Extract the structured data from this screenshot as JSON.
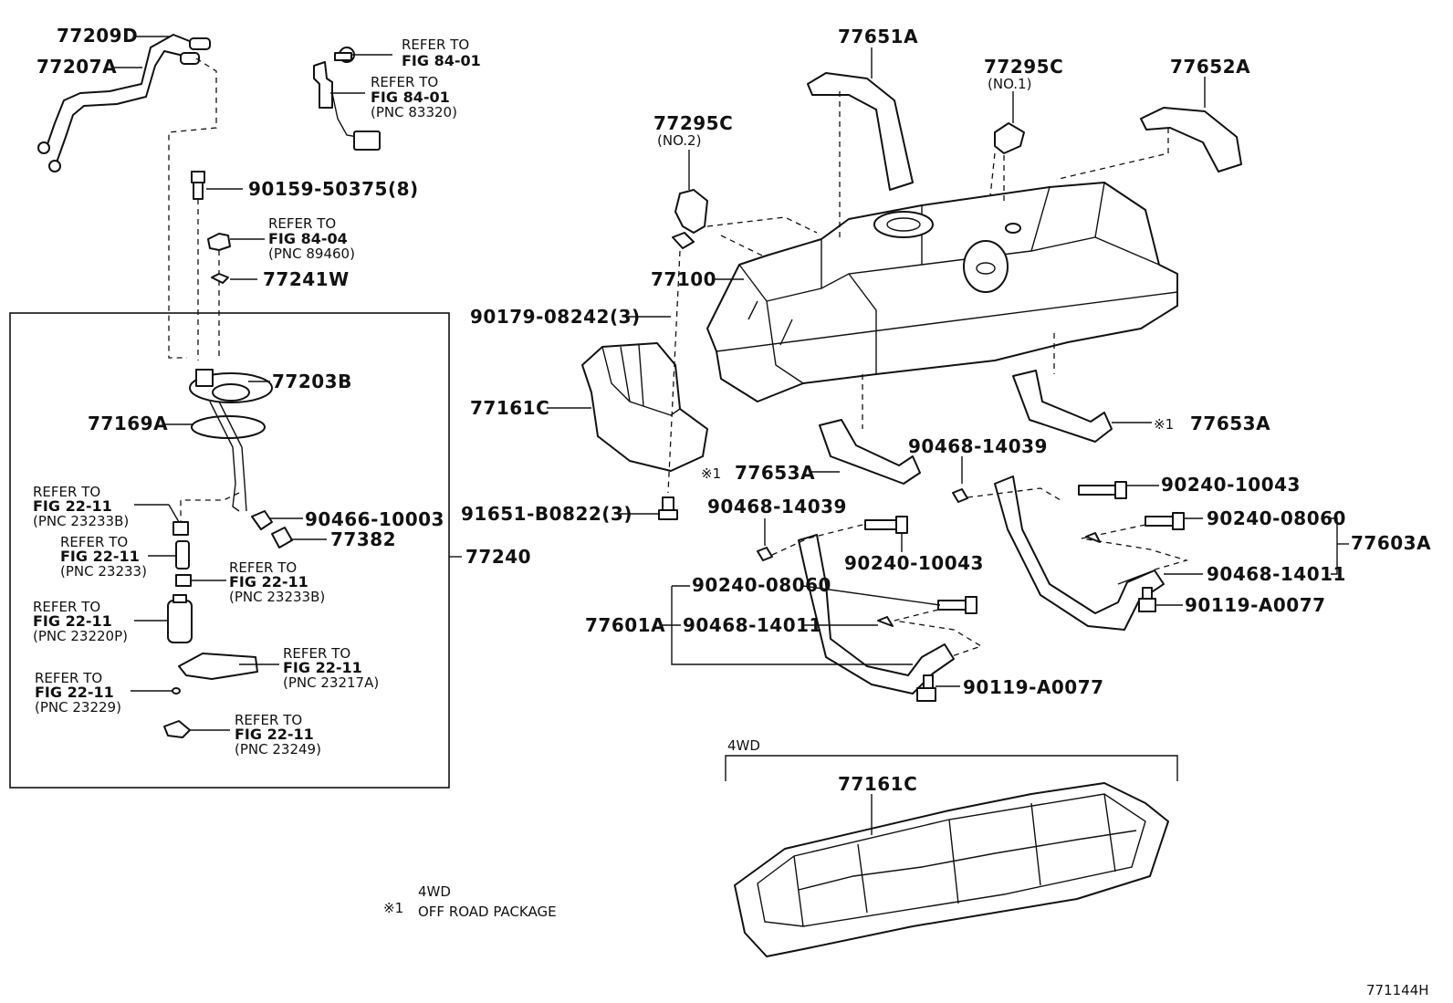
{
  "parts": {
    "p77209D": "77209D",
    "p77207A": "77207A",
    "p90159": "90159-50375(8)",
    "p77241W": "77241W",
    "p77203B": "77203B",
    "p77169A": "77169A",
    "p90466": "90466-10003",
    "p77382": "77382",
    "p77240": "77240",
    "p77651A": "77651A",
    "p77295C1": "77295C",
    "p77295C1_note": "(NO.1)",
    "p77652A": "77652A",
    "p77295C2": "77295C",
    "p77295C2_note": "(NO.2)",
    "p77100": "77100",
    "p90179": "90179-08242(3)",
    "p77161C": "77161C",
    "p91651": "91651-B0822(3)",
    "p77653A_r": "77653A",
    "p77653A_r_mark": "※1",
    "p77653A_l": "77653A",
    "p77653A_l_mark": "※1",
    "p90468_14039_a": "90468-14039",
    "p90240_10043_a": "90240-10043",
    "p90240_08060_a": "90240-08060",
    "p77603A": "77603A",
    "p90468_14011_a": "90468-14011",
    "p90119_a": "90119-A0077",
    "p90468_14039_b": "90468-14039",
    "p90240_10043_b": "90240-10043",
    "p90240_08060_b": "90240-08060",
    "p77601A": "77601A",
    "p90468_14011_b": "90468-14011",
    "p90119_b": "90119-A0077",
    "p77161C_4wd": "77161C",
    "group_4wd": "4WD"
  },
  "refs": {
    "r1": {
      "line1": "REFER TO",
      "line2": "FIG 84-01",
      "line3": ""
    },
    "r2": {
      "line1": "REFER TO",
      "line2": "FIG 84-01",
      "line3": "(PNC 83320)"
    },
    "r3": {
      "line1": "REFER TO",
      "line2": "FIG 84-04",
      "line3": "(PNC 89460)"
    },
    "r4": {
      "line1": "REFER TO",
      "line2": "FIG 22-11",
      "line3": "(PNC 23233B)"
    },
    "r5": {
      "line1": "REFER TO",
      "line2": "FIG 22-11",
      "line3": "(PNC 23233)"
    },
    "r6": {
      "line1": "REFER TO",
      "line2": "FIG 22-11",
      "line3": "(PNC 23233B)"
    },
    "r7": {
      "line1": "REFER TO",
      "line2": "FIG 22-11",
      "line3": "(PNC 23220P)"
    },
    "r8": {
      "line1": "REFER TO",
      "line2": "FIG 22-11",
      "line3": "(PNC 23217A)"
    },
    "r9": {
      "line1": "REFER TO",
      "line2": "FIG 22-11",
      "line3": "(PNC 23229)"
    },
    "r10": {
      "line1": "REFER TO",
      "line2": "FIG 22-11",
      "line3": "(PNC 23249)"
    }
  },
  "footnote": {
    "mark": "※1",
    "line1": "4WD",
    "line2": "OFF ROAD PACKAGE"
  },
  "figure_id": "771144H"
}
